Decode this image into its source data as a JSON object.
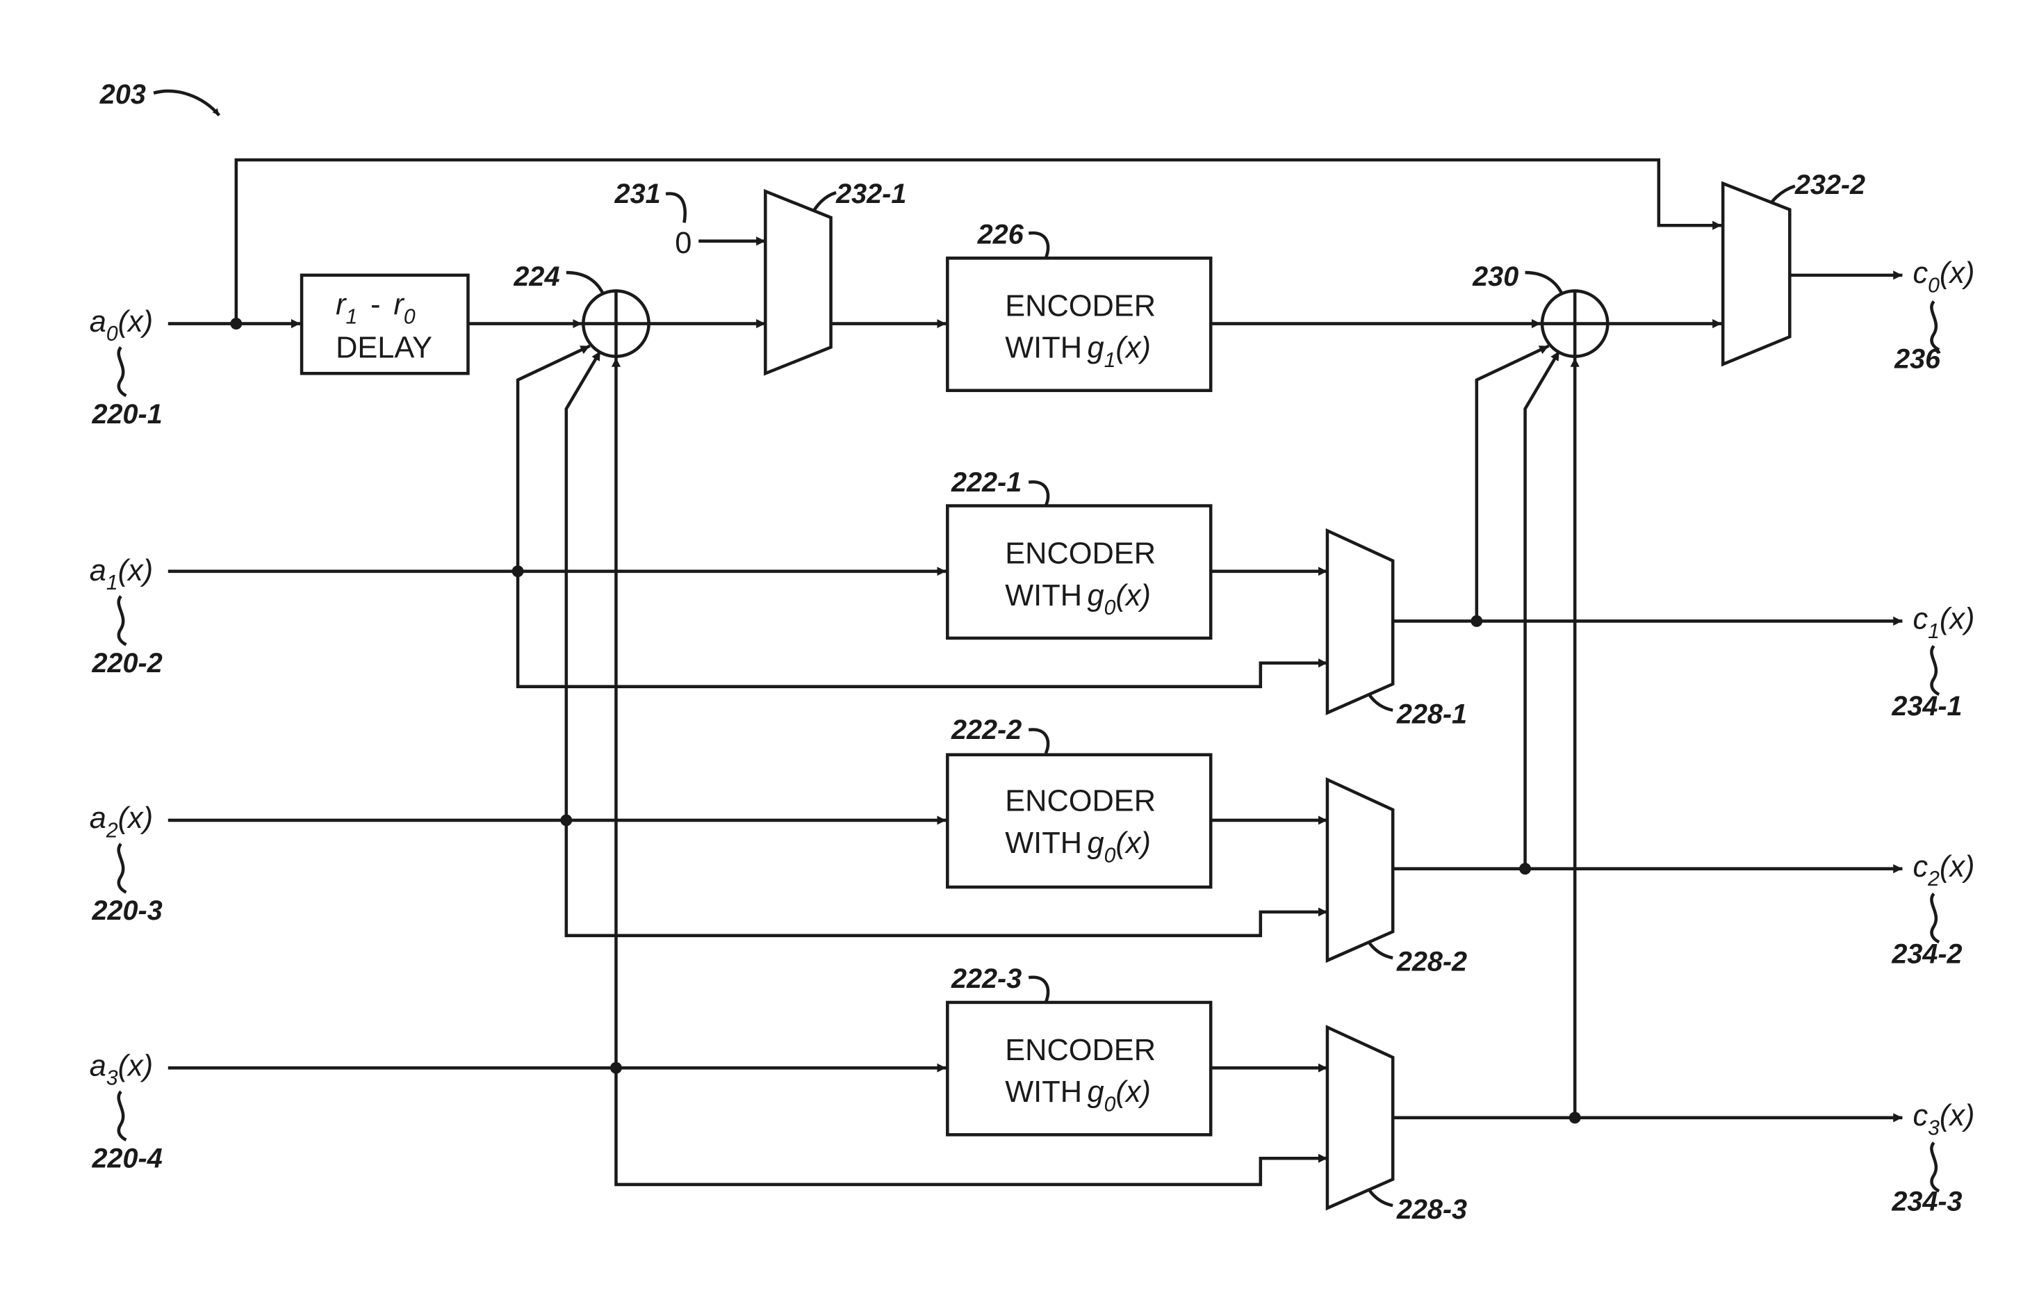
{
  "figure_ref": "203",
  "inputs": [
    {
      "base": "a",
      "sub": "0",
      "arg": "(x)",
      "ref": "220-1"
    },
    {
      "base": "a",
      "sub": "1",
      "arg": "(x)",
      "ref": "220-2"
    },
    {
      "base": "a",
      "sub": "2",
      "arg": "(x)",
      "ref": "220-3"
    },
    {
      "base": "a",
      "sub": "3",
      "arg": "(x)",
      "ref": "220-4"
    }
  ],
  "outputs": [
    {
      "base": "c",
      "sub": "0",
      "arg": "(x)",
      "ref": "236"
    },
    {
      "base": "c",
      "sub": "1",
      "arg": "(x)",
      "ref": "234-1"
    },
    {
      "base": "c",
      "sub": "2",
      "arg": "(x)",
      "ref": "234-2"
    },
    {
      "base": "c",
      "sub": "3",
      "arg": "(x)",
      "ref": "234-3"
    }
  ],
  "delay": {
    "r1": "r",
    "r1_sub": "1",
    "minus": "-",
    "r0": "r",
    "r0_sub": "0",
    "label": "DELAY"
  },
  "adders": [
    {
      "ref": "224"
    },
    {
      "ref": "230"
    }
  ],
  "constant": {
    "value": "0",
    "ref": "231"
  },
  "encoders": [
    {
      "ref": "226",
      "line1": "ENCODER",
      "line2": "WITH",
      "g": "g",
      "g_sub": "1",
      "g_arg": "(x)"
    },
    {
      "ref": "222-1",
      "line1": "ENCODER",
      "line2": "WITH",
      "g": "g",
      "g_sub": "0",
      "g_arg": "(x)"
    },
    {
      "ref": "222-2",
      "line1": "ENCODER",
      "line2": "WITH",
      "g": "g",
      "g_sub": "0",
      "g_arg": "(x)"
    },
    {
      "ref": "222-3",
      "line1": "ENCODER",
      "line2": "WITH",
      "g": "g",
      "g_sub": "0",
      "g_arg": "(x)"
    }
  ],
  "muxes": [
    {
      "ref": "232-1"
    },
    {
      "ref": "232-2"
    },
    {
      "ref": "228-1"
    },
    {
      "ref": "228-2"
    },
    {
      "ref": "228-3"
    }
  ]
}
